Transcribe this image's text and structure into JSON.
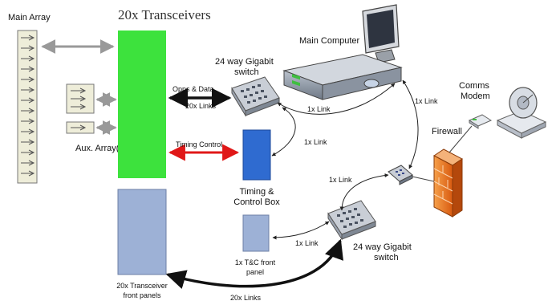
{
  "labels": {
    "main_array": "Main Array",
    "transceivers": "20x Transceivers",
    "main_computer": "Main Computer",
    "gigabit_switch_top_l1": "24 way Gigabit",
    "gigabit_switch_top_l2": "switch",
    "opps_data": "Opps & Data",
    "links_20x_top": "20x Links",
    "link_1x_computer": "1x Link",
    "link_1x_right": "1x Link",
    "comms_modem_l1": "Comms",
    "comms_modem_l2": "Modem",
    "firewall": "Firewall",
    "timing_control": "Timing Control",
    "link_1x_timing": "1x Link",
    "aux_arrays": "Aux. Array(s)",
    "timing_box_l1": "Timing &",
    "timing_box_l2": "Control Box",
    "link_1x_lower": "1x Link",
    "link_1x_tc": "1x Link",
    "tc_panel_l1": "1x T&C front",
    "tc_panel_l2": "panel",
    "gigabit_switch_bottom_l1": "24 way Gigabit",
    "gigabit_switch_bottom_l2": "switch",
    "front_panels_l1": "20x Transceiver",
    "front_panels_l2": "front panels",
    "links_20x_bottom": "20x Links"
  },
  "colors": {
    "transceiver_block": "#3de23d",
    "front_panels": "#9db1d6",
    "timing_box": "#2f6bd0",
    "tc_panel": "#9db1d6",
    "array_panel": "#eeedd9",
    "timing_arrow": "#e01818",
    "data_arrow": "#111111",
    "firewall": "#e8761a"
  }
}
